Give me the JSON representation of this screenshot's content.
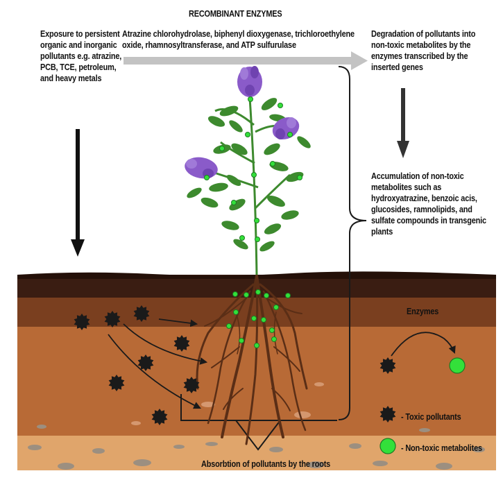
{
  "title": "RECOMBINANT ENZYMES",
  "enzymes_list": "Atrazine chlorohydrolase, biphenyl dioxygenase, trichloroethylene oxide,  rhamnosyltransferase, and ATP sulfurulase",
  "exposure_text": "Exposure to persistent organic and inorganic pollutants e.g. atrazine, PCB, TCE, petroleum, and heavy metals",
  "degradation_text": "Degradation of pollutants into non-toxic metabolites by the enzymes transcribed by the inserted genes",
  "accumulation_text": "Accumulation of non-toxic metabolites such as hydroxyatrazine, benzoic acis, glucosides, ramnolipids, and sulfate compounds in transgenic plants",
  "absorption_text": "Absorbtion of pollutants by the roots",
  "enzymes_label": "Enzymes",
  "legend": {
    "toxic": "- Toxic pollutants",
    "non_toxic": "- Non-toxic metabolites"
  },
  "colors": {
    "toxic_pollutant": "#1a1a1a",
    "non_toxic_metabolite": "#33e03a",
    "flower": "#8a5bc9",
    "leaf": "#3d8a2e",
    "soil_top": "#3a1d12",
    "soil_mid": "#7a3f1f",
    "soil_low": "#b86a36",
    "soil_bottom": "#e0a56b",
    "gray_arrow": "#c3c3c3"
  }
}
